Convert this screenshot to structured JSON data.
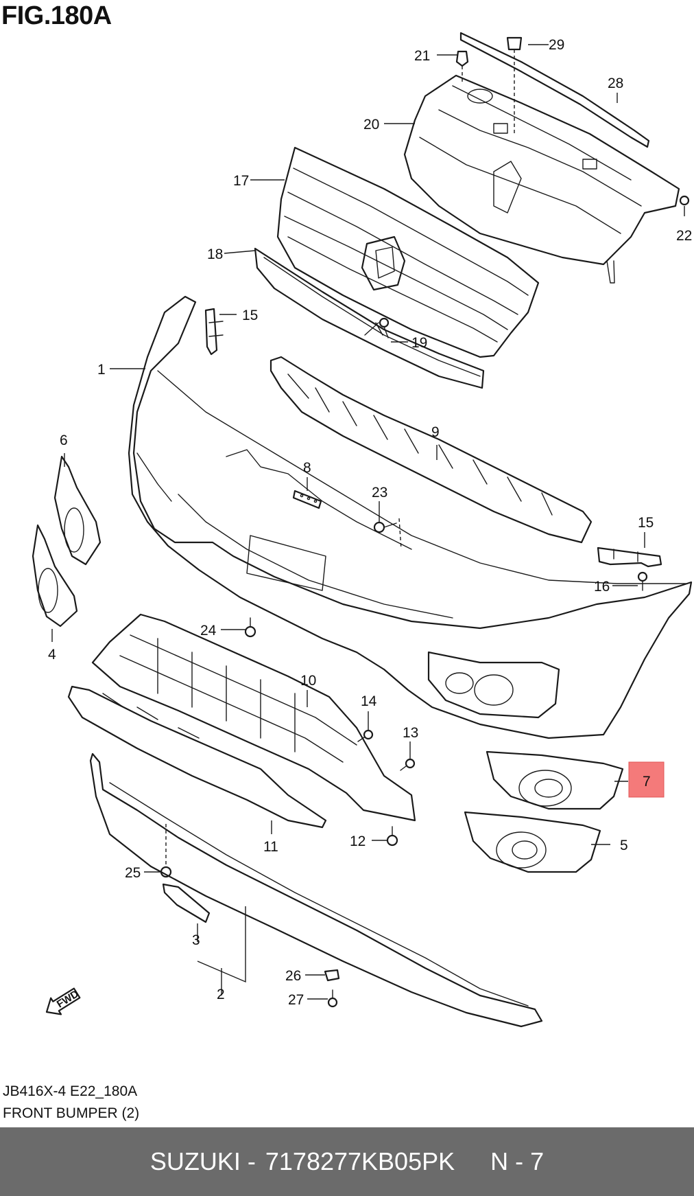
{
  "figure": {
    "title": "FIG.180A",
    "model_code": "JB416X-4 E22_180A",
    "section_name": "FRONT BUMPER (2)",
    "direction_label": "FWD"
  },
  "callouts": [
    "1",
    "2",
    "3",
    "4",
    "5",
    "6",
    "7",
    "8",
    "9",
    "10",
    "11",
    "12",
    "13",
    "14",
    "15",
    "15",
    "16",
    "17",
    "18",
    "19",
    "20",
    "21",
    "22",
    "23",
    "24",
    "25",
    "26",
    "27",
    "28",
    "29"
  ],
  "highlighted_callout": "7",
  "footer": {
    "brand": "SUZUKI -",
    "part_number": "7178277KB05PK",
    "page_ref": "N - 7"
  },
  "colors": {
    "highlight": "#f47a7a",
    "footer_bg": "#6b6b6b",
    "line": "#1a1a1a"
  }
}
